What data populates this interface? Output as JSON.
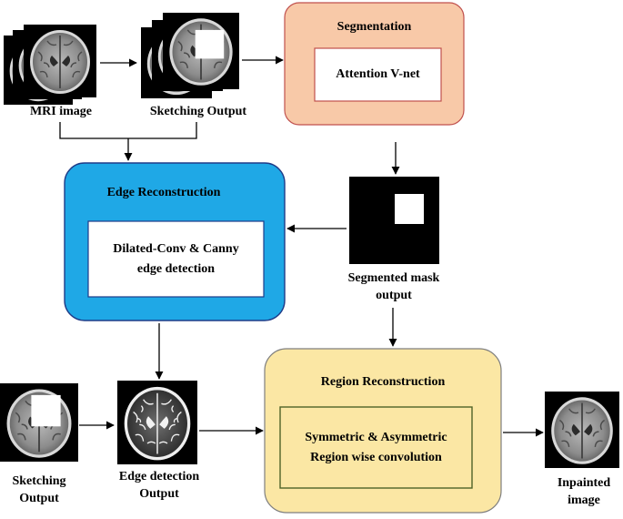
{
  "colors": {
    "segmentation_fill": "#f8c9a8",
    "segmentation_border": "#c0504d",
    "edge_fill": "#1fa8e6",
    "edge_border": "#1f3c88",
    "region_fill": "#fbe7a4",
    "region_border": "#7f7f7f",
    "inner_border_red": "#c0504d",
    "inner_border_blue": "#1f3c88",
    "inner_border_green": "#4f6228"
  },
  "nodes": {
    "mri_image": "MRI image",
    "sketching_output_top": "Sketching Output",
    "segmentation_title": "Segmentation",
    "attention_vnet": "Attention V-net",
    "edge_title": "Edge Reconstruction",
    "edge_inner_line1": "Dilated-Conv & Canny",
    "edge_inner_line2": "edge detection",
    "segmented_mask_line1": "Segmented mask",
    "segmented_mask_line2": "output",
    "sketching_output_bottom_line1": "Sketching",
    "sketching_output_bottom_line2": "Output",
    "edge_detection_line1": "Edge detection",
    "edge_detection_line2": "Output",
    "region_title": "Region Reconstruction",
    "region_inner_line1": "Symmetric & Asymmetric",
    "region_inner_line2": "Region wise convolution",
    "inpainted_line1": "Inpainted",
    "inpainted_line2": "image"
  }
}
